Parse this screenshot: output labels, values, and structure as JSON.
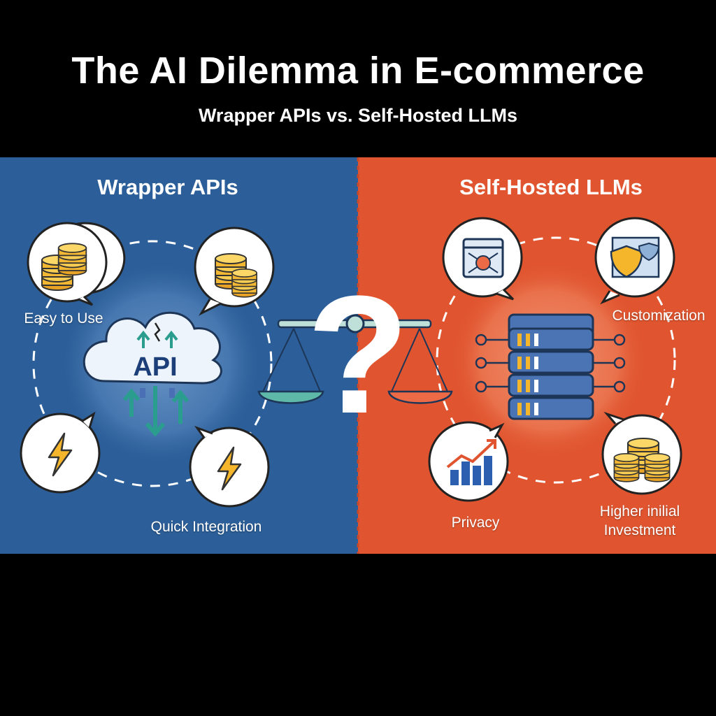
{
  "header": {
    "title": "The AI Dilemma in E-commerce",
    "subtitle": "Wrapper APIs vs. Self-Hosted LLMs"
  },
  "left_panel": {
    "title": "Wrapper APIs",
    "center_label": "API",
    "labels": {
      "easy": "Easy to Use",
      "quick": "Quick Integration"
    },
    "color": "#2c5f99"
  },
  "right_panel": {
    "title": "Self-Hosted LLMs",
    "labels": {
      "custom": "Customization",
      "privacy": "Privacy",
      "invest_line1": "Higher inilial",
      "invest_line2": "Investment"
    },
    "color": "#e0552f"
  },
  "center": {
    "symbol": "?"
  },
  "icons": {
    "left_top_left": "coins-icon",
    "left_top_right": "coins-icon",
    "left_bottom_left": "lightning-icon",
    "left_bottom_right": "lightning-icon",
    "left_center": "api-cloud-icon",
    "right_top_left": "browser-window-icon",
    "right_top_right": "shield-icon",
    "right_bottom_left": "bar-chart-icon",
    "right_bottom_right": "coins-icon",
    "right_center": "server-stack-icon",
    "balance": "balance-scale-icon"
  }
}
